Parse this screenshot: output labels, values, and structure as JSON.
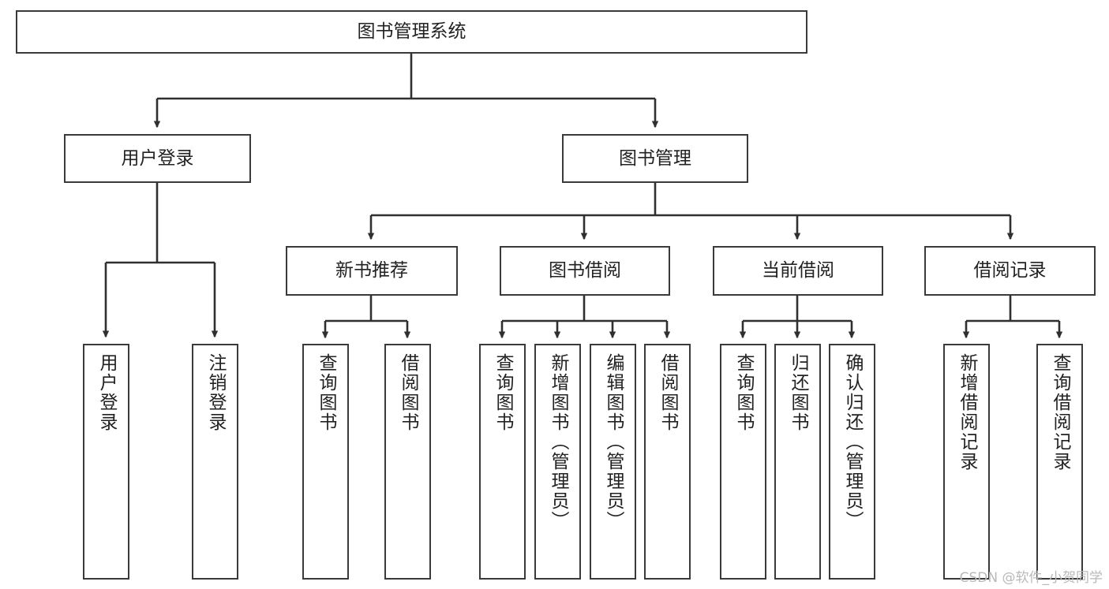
{
  "diagram": {
    "type": "tree-hierarchy",
    "title": "图书管理系统",
    "watermark": "CSDN @软件_小贺同学",
    "colors": {
      "box_border": "#3a3a3a",
      "box_fill": "#ffffff",
      "connector": "#2f2f2f",
      "text": "#222222",
      "watermark": "#b9b9b9",
      "background": "#ffffff"
    },
    "nodes": {
      "root": {
        "label": "图书管理系统",
        "orientation": "horizontal",
        "level": 0
      },
      "user_login": {
        "label": "用户登录",
        "orientation": "horizontal",
        "level": 1
      },
      "book_manage": {
        "label": "图书管理",
        "orientation": "horizontal",
        "level": 1
      },
      "new_book_rec": {
        "label": "新书推荐",
        "orientation": "horizontal",
        "level": 2
      },
      "book_borrow": {
        "label": "图书借阅",
        "orientation": "horizontal",
        "level": 2
      },
      "current_borrow": {
        "label": "当前借阅",
        "orientation": "horizontal",
        "level": 2
      },
      "borrow_record": {
        "label": "借阅记录",
        "orientation": "horizontal",
        "level": 2
      },
      "leaf_user_login": {
        "label": "用户登录",
        "orientation": "vertical",
        "level": 2
      },
      "leaf_logout": {
        "label": "注销登录",
        "orientation": "vertical",
        "level": 2
      },
      "leaf_query_book_1": {
        "label": "查询图书",
        "orientation": "vertical",
        "level": 3
      },
      "leaf_borrow_book_1": {
        "label": "借阅图书",
        "orientation": "vertical",
        "level": 3
      },
      "leaf_query_book_2": {
        "label": "查询图书",
        "orientation": "vertical",
        "level": 3
      },
      "leaf_add_book_admin": {
        "label": "新增图书（管理员）",
        "orientation": "vertical",
        "level": 3
      },
      "leaf_edit_book_admin": {
        "label": "编辑图书（管理员）",
        "orientation": "vertical",
        "level": 3
      },
      "leaf_borrow_book_2": {
        "label": "借阅图书",
        "orientation": "vertical",
        "level": 3
      },
      "leaf_query_book_3": {
        "label": "查询图书",
        "orientation": "vertical",
        "level": 3
      },
      "leaf_return_book": {
        "label": "归还图书",
        "orientation": "vertical",
        "level": 3
      },
      "leaf_confirm_return_admin": {
        "label": "确认归还（管理员）",
        "orientation": "vertical",
        "level": 3
      },
      "leaf_add_record": {
        "label": "新增借阅记录",
        "orientation": "vertical",
        "level": 3
      },
      "leaf_query_record": {
        "label": "查询借阅记录",
        "orientation": "vertical",
        "level": 3
      }
    },
    "edges": [
      {
        "from": "root",
        "to": "user_login"
      },
      {
        "from": "root",
        "to": "book_manage"
      },
      {
        "from": "user_login",
        "to": "leaf_user_login"
      },
      {
        "from": "user_login",
        "to": "leaf_logout"
      },
      {
        "from": "book_manage",
        "to": "new_book_rec"
      },
      {
        "from": "book_manage",
        "to": "book_borrow"
      },
      {
        "from": "book_manage",
        "to": "current_borrow"
      },
      {
        "from": "book_manage",
        "to": "borrow_record"
      },
      {
        "from": "new_book_rec",
        "to": "leaf_query_book_1"
      },
      {
        "from": "new_book_rec",
        "to": "leaf_borrow_book_1"
      },
      {
        "from": "book_borrow",
        "to": "leaf_query_book_2"
      },
      {
        "from": "book_borrow",
        "to": "leaf_add_book_admin"
      },
      {
        "from": "book_borrow",
        "to": "leaf_edit_book_admin"
      },
      {
        "from": "book_borrow",
        "to": "leaf_borrow_book_2"
      },
      {
        "from": "current_borrow",
        "to": "leaf_query_book_3"
      },
      {
        "from": "current_borrow",
        "to": "leaf_return_book"
      },
      {
        "from": "current_borrow",
        "to": "leaf_confirm_return_admin"
      },
      {
        "from": "borrow_record",
        "to": "leaf_add_record"
      },
      {
        "from": "borrow_record",
        "to": "leaf_query_record"
      }
    ]
  }
}
